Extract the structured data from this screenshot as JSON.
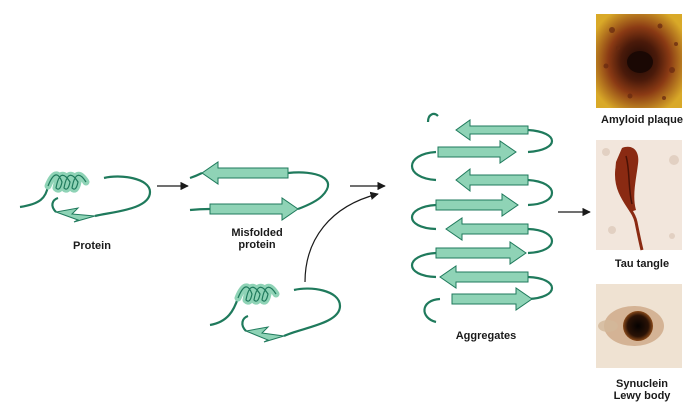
{
  "labels": {
    "protein": "Protein",
    "misfolded_line1": "Misfolded",
    "misfolded_line2": "protein",
    "aggregates": "Aggregates",
    "amyloid_plaque": "Amyloid plaque",
    "tau_tangle": "Tau tangle",
    "synuclein_line1": "Synuclein",
    "synuclein_line2": "Lewy body"
  },
  "colors": {
    "ribbon_fill": "#8fd3b6",
    "ribbon_stroke": "#1f7a5c",
    "arrow": "#1a1a1a",
    "amyloid_bg": "#d9a928",
    "amyloid_core": "#2a0f06",
    "tau_bg": "#f2e6dc",
    "tau_stain": "#8a2a12",
    "lewy_bg": "#efe2d2",
    "lewy_core": "#1e0c04"
  }
}
